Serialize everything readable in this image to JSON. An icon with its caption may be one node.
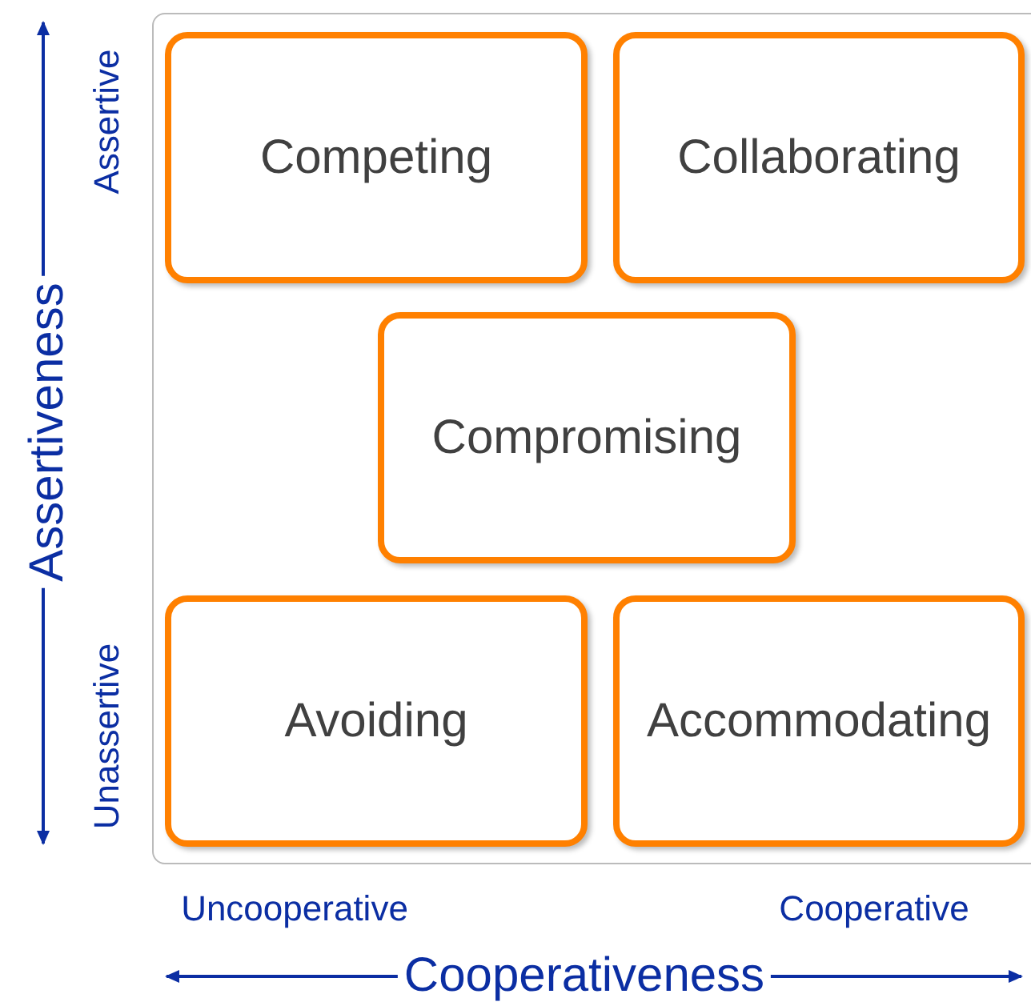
{
  "diagram": {
    "nodes": [
      {
        "text": [
          "Competing"
        ]
      },
      {
        "text": [
          "Collaborating"
        ]
      },
      {
        "text": [
          "Compromising"
        ]
      },
      {
        "text": [
          "Avoiding"
        ]
      },
      {
        "text": [
          "Accommodating"
        ]
      }
    ],
    "labels": [
      "Assertiveness",
      "Assertive",
      "Unassertive",
      "Uncooperative",
      "Cooperative",
      "Cooperativeness"
    ]
  }
}
